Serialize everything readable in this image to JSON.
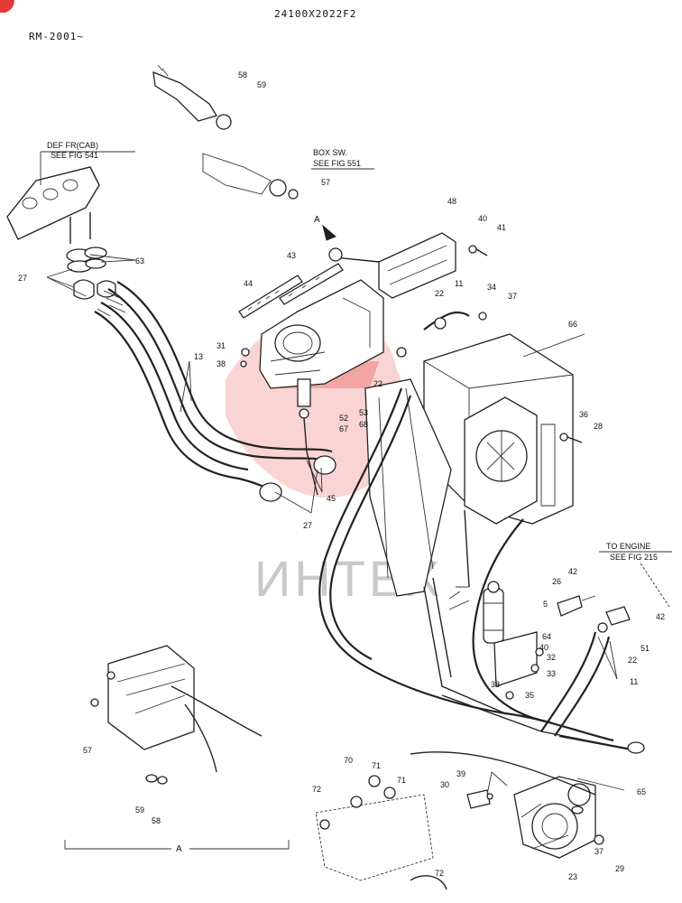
{
  "header": {
    "code": "24100X2022F2",
    "serial": "RM-2001~"
  },
  "watermark": {
    "text": "ИНТЕХ",
    "color": "#e53935"
  },
  "refs": {
    "def_fr_1": "DEF FR(CAB)",
    "def_fr_2": "SEE FIG 541",
    "box_sw_1": "BOX SW.",
    "box_sw_2": "SEE FIG 551",
    "to_engine_1": "TO ENGINE",
    "to_engine_2": "SEE FIG 215",
    "view_a": "A",
    "view_a_bottom": "A"
  },
  "callouts": {
    "c58a": "58",
    "c59a": "59",
    "c57a": "57",
    "c48": "48",
    "c40a": "40",
    "c41": "41",
    "c63": "63",
    "c27a": "27",
    "c44": "44",
    "c43": "43",
    "c22a": "22",
    "c11a": "11",
    "c34": "34",
    "c37a": "37",
    "c66": "66",
    "c31": "31",
    "c38a": "38",
    "c13": "13",
    "c22b": "22",
    "c53": "53",
    "c68": "68",
    "c52": "52",
    "c67": "67",
    "c36": "36",
    "c28": "28",
    "c45": "45",
    "c27b": "27",
    "c26": "26",
    "c42a": "42",
    "c42b": "42",
    "c5": "5",
    "c64": "64",
    "c40b": "40",
    "c32": "32",
    "c51": "51",
    "c22c": "22",
    "c33": "33",
    "c11b": "11",
    "c38b": "38",
    "c35": "35",
    "c57b": "57",
    "c70": "70",
    "c71a": "71",
    "c71b": "71",
    "c72a": "72",
    "c72b": "72",
    "c39": "39",
    "c30": "30",
    "c65": "65",
    "c59b": "59",
    "c58b": "58",
    "c23": "23",
    "c37b": "37",
    "c29": "29"
  }
}
